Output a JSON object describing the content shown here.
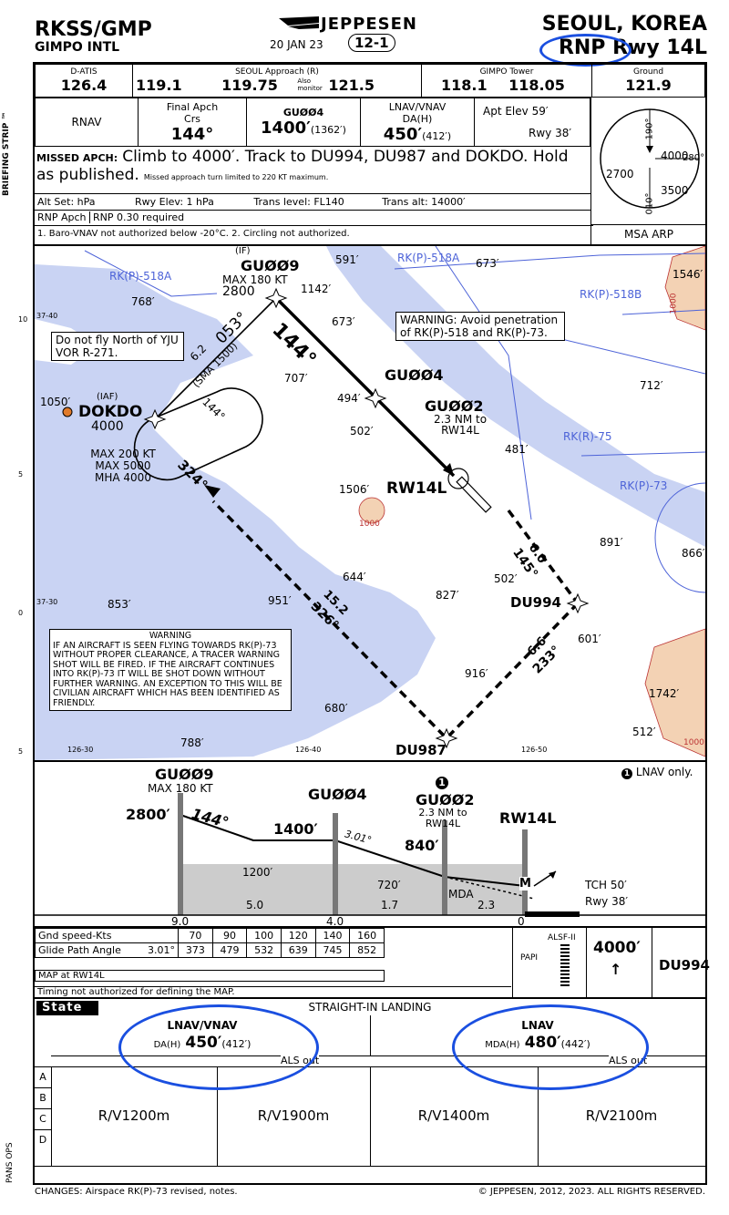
{
  "header": {
    "airport_code": "RKSS/GMP",
    "airport_name": "GIMPO INTL",
    "date": "20 JAN 23",
    "chart_index": "12-1",
    "brand": "JEPPESEN",
    "city": "SEOUL, KOREA",
    "procedure": "RNP Rwy 14L",
    "briefing_strip": "BRIEFING STRIP ™"
  },
  "comms": {
    "datis_label": "D-ATIS",
    "datis": "126.4",
    "approach_label": "SEOUL Approach (R)",
    "approach_freq_1": "119.1",
    "approach_freq_2": "119.75",
    "also_monitor": "Also monitor",
    "monitor_freq": "121.5",
    "tower_label": "GIMPO Tower",
    "tower_freq_1": "118.1",
    "tower_freq_2": "118.05",
    "ground_label": "Ground",
    "ground_freq": "121.9"
  },
  "approach": {
    "nav_type": "RNAV",
    "final_crs_label": "Final Apch Crs",
    "final_crs": "144°",
    "fix": "GUØØ4",
    "fix_alt": "1400′",
    "fix_alt_agl": "(1362′)",
    "da_label": "LNAV/VNAV DA(H)",
    "da": "450′",
    "da_agl": "(412′)",
    "apt_elev_label": "Apt Elev",
    "apt_elev": "59′",
    "rwy_label": "Rwy",
    "rwy_elev": "38′"
  },
  "msa": {
    "label": "MSA ARP",
    "alt_ne": "4000",
    "alt_w": "2700",
    "alt_se": "3500",
    "brg_1": "190°",
    "brg_2": "280°",
    "brg_3": "010°"
  },
  "missed": {
    "label": "MISSED APCH:",
    "text": "Climb to 4000′. Track to DU994, DU987 and DOKDO. Hold as published.",
    "note": "Missed approach turn limited to 220 KT maximum."
  },
  "settings": {
    "alt_set": "Alt Set: hPa",
    "rwy_elev": "Rwy Elev: 1 hPa",
    "trans_level": "Trans level: FL140",
    "trans_alt": "Trans alt: 14000′",
    "rnp_label": "RNP Apch",
    "rnp_value": "RNP 0.30 required",
    "notes": "1. Baro-VNAV not authorized below -20°C. 2. Circling not authorized."
  },
  "plan": {
    "airspace": [
      "RK(P)-518A",
      "RK(P)-518A",
      "RK(P)-518B",
      "RK(R)-75",
      "RK(P)-73"
    ],
    "lat_labels": [
      "37-40",
      "37-30"
    ],
    "lon_labels": [
      "126-30",
      "126-40",
      "126-50"
    ],
    "side_ticks": [
      "10",
      "5",
      "0",
      "5"
    ],
    "elevations": [
      "768′",
      "591′",
      "673′",
      "1546′",
      "1000",
      "1142′",
      "673′",
      "712′",
      "707′",
      "494′",
      "502′",
      "481′",
      "1506′",
      "1000",
      "891′",
      "866′",
      "644′",
      "502′",
      "827′",
      "853′",
      "951′",
      "601′",
      "916′",
      "1742′",
      "1000",
      "680′",
      "512′",
      "788′"
    ],
    "do_not_fly": "Do not fly North of YJU VOR R-271.",
    "warning_box": "WARNING: Avoid penetration of RK(P)-518 and RK(P)-73.",
    "gu009_tag": "(IF)",
    "gu009": "GUØØ9",
    "gu009_spd": "MAX 180 KT",
    "gu009_alt": "2800",
    "dokdo_tag": "(IAF)",
    "dokdo": "DOKDO",
    "dokdo_alt": "4000",
    "dokdo_elev": "1050′",
    "hold_limits": "MAX 200 KT MAX 5000 MHA 4000",
    "leg_053": "053°",
    "leg_62": "6.2",
    "sma": "(SMA 1500)",
    "hold_144": "144°",
    "final_crs": "144°",
    "leg_324": "324°",
    "gu004": "GUØØ4",
    "gu002": "GUØØ2",
    "gu002_dist": "2.3 NM to RW14L",
    "rw14l": "RW14L",
    "du994": "DU994",
    "leg_60": "6.0",
    "leg_145": "145°",
    "du987": "DU987",
    "leg_66": "6.6",
    "leg_233": "233°",
    "leg_152": "15.2",
    "leg_326": "326°",
    "warning_title": "WARNING",
    "warning_text": "IF AN AIRCRAFT IS SEEN FLYING TOWARDS RK(P)-73 WITHOUT PROPER CLEARANCE, A TRACER WARNING SHOT WILL BE FIRED. IF THE AIRCRAFT CONTINUES INTO RK(P)-73 IT WILL BE SHOT DOWN WITHOUT FURTHER WARNING. AN EXCEPTION TO THIS WILL BE CIVILIAN AIRCRAFT WHICH HAS BEEN IDENTIFIED AS FRIENDLY."
  },
  "profile": {
    "gu009": "GUØØ9",
    "gu009_spd": "MAX 180 KT",
    "gu009_alt": "2800′",
    "crs": "144°",
    "gu004": "GUØØ4",
    "gu004_alt": "1400′",
    "gpa": "3.01°",
    "gu002_note": "1",
    "gu002": "GUØØ2",
    "gu002_dist": "2.3 NM to RW14L",
    "gu002_alt": "840′",
    "rw14l": "RW14L",
    "lnav_only": "LNAV only.",
    "seg_1200": "1200′",
    "seg_720": "720′",
    "mda": "MDA",
    "map_m": "M",
    "tch": "TCH 50′",
    "rwy": "Rwy 38′",
    "d_50": "5.0",
    "d_17": "1.7",
    "d_23": "2.3",
    "d_90": "9.0",
    "d_40": "4.0",
    "d_0": "0"
  },
  "speed_table": {
    "gs_label": "Gnd speed-Kts",
    "speeds": [
      "70",
      "90",
      "100",
      "120",
      "140",
      "160"
    ],
    "gpa_label": "Glide Path Angle",
    "gpa": "3.01°",
    "rates": [
      "373",
      "479",
      "532",
      "639",
      "745",
      "852"
    ],
    "map_label": "MAP at RW14L",
    "timing": "Timing not authorized for defining the MAP.",
    "alsf": "ALSF-II",
    "papi": "PAPI",
    "missed_alt": "4000′",
    "missed_fix": "DU994"
  },
  "minimums": {
    "state": "State",
    "title": "STRAIGHT-IN LANDING",
    "lnav_vnav": "LNAV/VNAV",
    "lnav_vnav_label": "DA(H)",
    "lnav_vnav_val": "450′",
    "lnav_vnav_agl": "(412′)",
    "lnav": "LNAV",
    "lnav_label": "MDA(H)",
    "lnav_val": "480′",
    "lnav_agl": "(442′)",
    "als_out_1": "ALS out",
    "als_out_2": "ALS out",
    "cats": [
      "A",
      "B",
      "C",
      "D"
    ],
    "rvr": [
      "R/V1200m",
      "R/V1900m",
      "R/V1400m",
      "R/V2100m"
    ],
    "pans": "PANS OPS"
  },
  "footer": {
    "changes": "CHANGES:  Airspace RK(P)-73 revised, notes.",
    "copyright": "© JEPPESEN, 2012, 2023. ALL RIGHTS RESERVED."
  }
}
